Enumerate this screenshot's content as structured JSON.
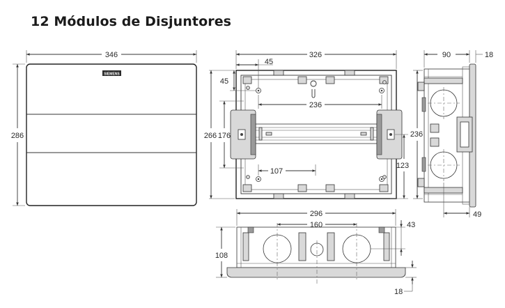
{
  "title": "12 Módulos de Disjuntores",
  "brand_mark": "SIEMENS",
  "dimensions": {
    "front_width": "346",
    "front_height": "286",
    "back_width": "326",
    "back_left_offset": "45",
    "back_top_offset": "45",
    "back_height": "266",
    "back_inner_height": "176",
    "hole_spacing_top": "236",
    "hole_spacing_bottom": "107",
    "back_lower_height": "123",
    "side_depth": "90",
    "side_flange": "18",
    "side_height": "236",
    "side_bottom": "49",
    "bottom_width": "296",
    "bottom_knockout_spacing": "160",
    "bottom_top_offset": "43",
    "bottom_height": "108",
    "bottom_flange": "18"
  }
}
